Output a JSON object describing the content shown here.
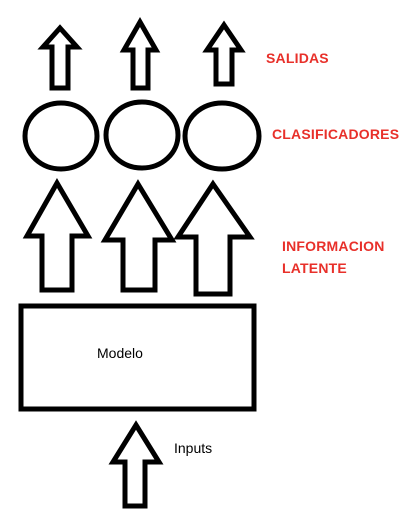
{
  "labels": {
    "outputs": "SALIDAS",
    "classifiers": "CLASIFICADORES",
    "latent_line1": "INFORMACION",
    "latent_line2": "LATENTE",
    "model": "Modelo",
    "inputs": "Inputs"
  },
  "colors": {
    "label_red": "#e8302a",
    "stroke": "#000000",
    "background": "#ffffff"
  }
}
